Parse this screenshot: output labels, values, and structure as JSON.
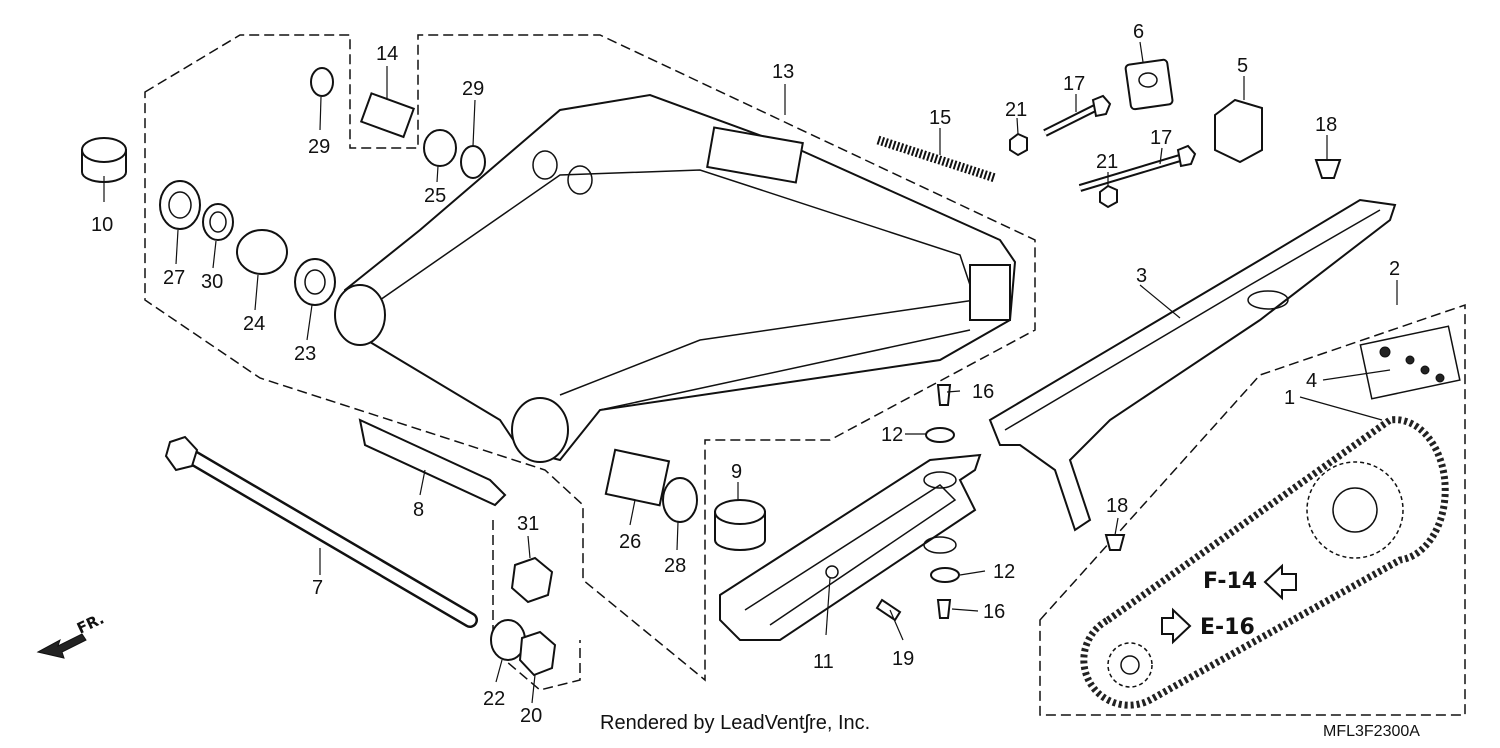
{
  "diagram": {
    "callouts": [
      "1",
      "2",
      "3",
      "4",
      "5",
      "6",
      "7",
      "8",
      "9",
      "10",
      "11",
      "12",
      "12",
      "13",
      "14",
      "15",
      "16",
      "16",
      "17",
      "17",
      "18",
      "18",
      "19",
      "20",
      "21",
      "21",
      "22",
      "23",
      "24",
      "25",
      "26",
      "27",
      "28",
      "29",
      "29",
      "30",
      "31"
    ],
    "references": [
      "F-14",
      "E-16"
    ],
    "direction_label": "FR.",
    "credit": "Rendered by LeadVentʃre, Inc.",
    "diagram_code": "MFL3F2300A"
  }
}
